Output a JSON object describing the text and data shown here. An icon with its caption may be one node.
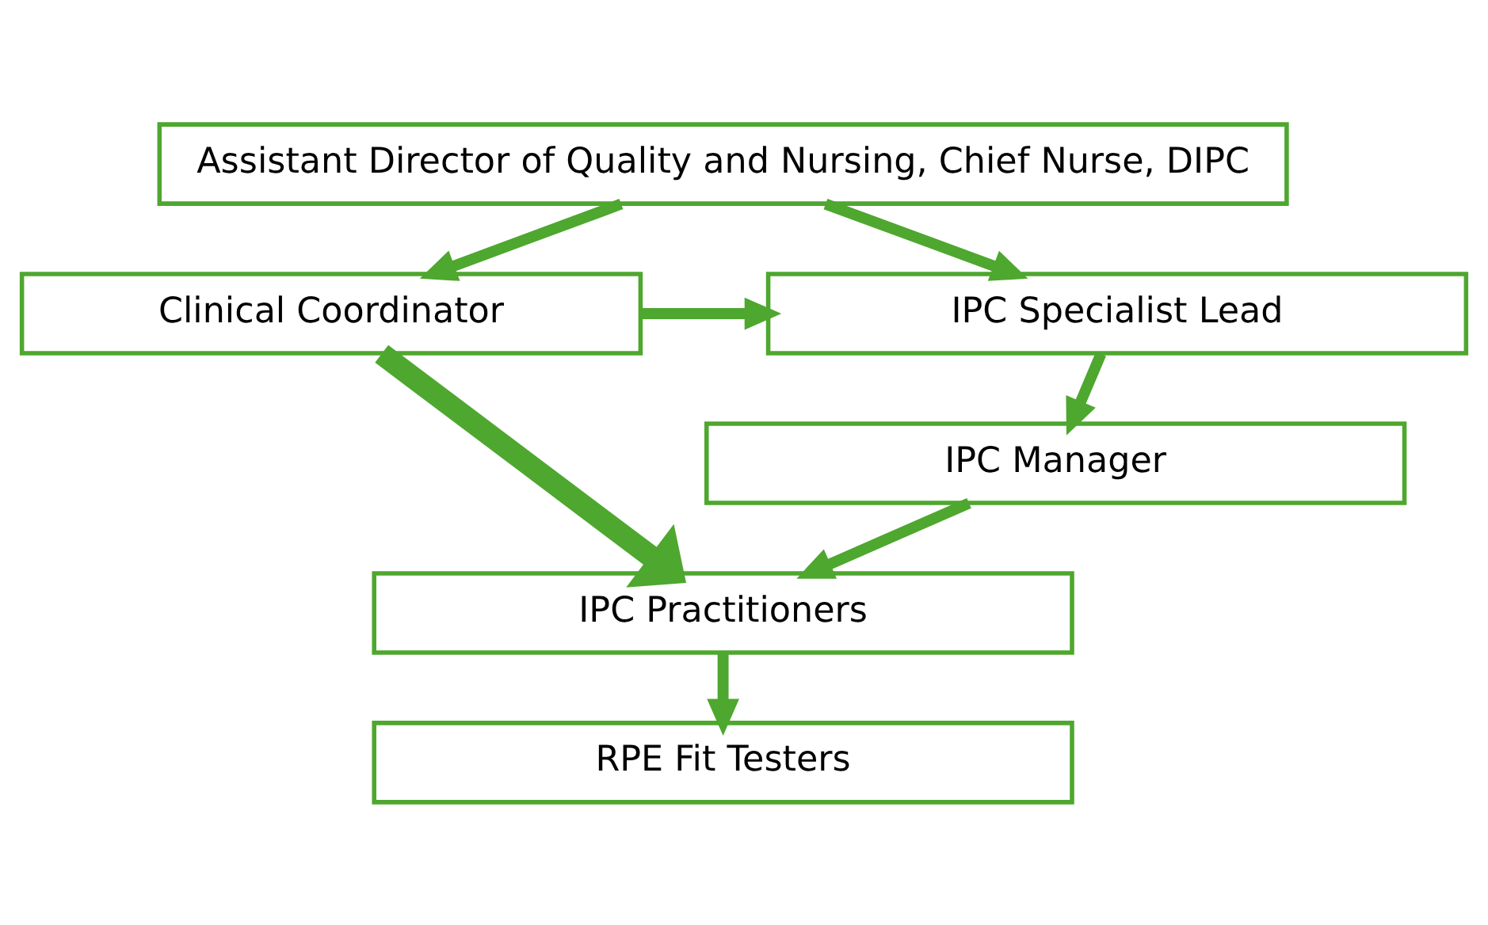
{
  "diagram": {
    "nodes": [
      {
        "text": [
          "Assistant Director of Quality and Nursing, Chief Nurse, DIPC"
        ]
      },
      {
        "text": [
          "IPC Specialist Lead"
        ]
      },
      {
        "text": [
          "Clinical Coordinator"
        ]
      },
      {
        "text": [
          "IPC Manager"
        ]
      },
      {
        "text": [
          "IPC Practitioners"
        ]
      },
      {
        "text": [
          "RPE Fit Testers"
        ]
      }
    ],
    "edges": [
      {
        "from": 0,
        "to": 1,
        "arrow": "to"
      },
      {
        "from": 0,
        "to": 2,
        "arrow": "to"
      },
      {
        "from": 2,
        "to": 1,
        "arrow": "to"
      },
      {
        "from": 1,
        "to": 3,
        "arrow": "to"
      },
      {
        "from": 2,
        "to": 4,
        "arrow": "to",
        "style": "thick"
      },
      {
        "from": 3,
        "to": 4,
        "arrow": "to"
      },
      {
        "from": 4,
        "to": 5,
        "arrow": "to"
      }
    ]
  }
}
